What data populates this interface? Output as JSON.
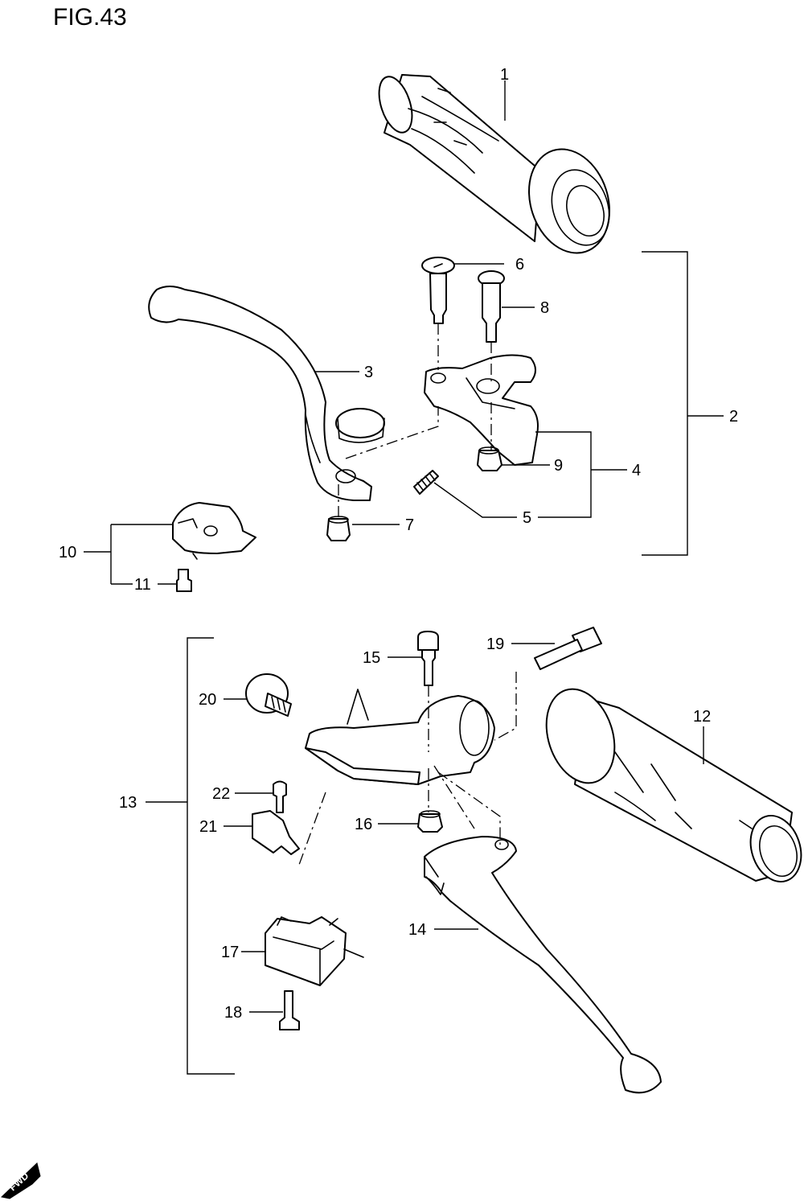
{
  "figure": {
    "title": "FIG.43",
    "direction_badge": "FWD"
  },
  "callouts": [
    "1",
    "2",
    "3",
    "4",
    "5",
    "6",
    "7",
    "8",
    "9",
    "10",
    "11",
    "12",
    "13",
    "14",
    "15",
    "16",
    "17",
    "18",
    "19",
    "20",
    "21",
    "22"
  ]
}
